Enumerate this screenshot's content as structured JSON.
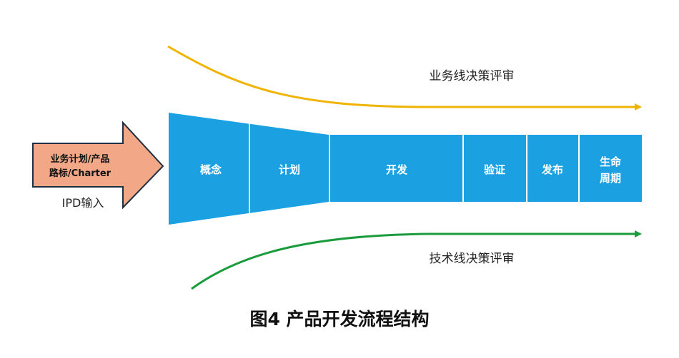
{
  "colors": {
    "funnel": "#1ba1e2",
    "divider": "#ffffff",
    "business_curve": "#f0b400",
    "technical_curve": "#1a9b3c",
    "input_arrow_fill": "#f2a887",
    "input_arrow_stroke": "#1f3042"
  },
  "diagram": {
    "stages": [
      {
        "label": "概念"
      },
      {
        "label": "计划"
      },
      {
        "label": "开发"
      },
      {
        "label": "验证"
      },
      {
        "label": "发布"
      },
      {
        "label_lines": [
          "生命",
          "周期"
        ]
      }
    ],
    "business_review": "业务线决策评审",
    "technical_review": "技术线决策评审",
    "input_arrow": {
      "lines": [
        "业务计划/产品",
        "路标/Charter"
      ]
    },
    "input_label": "IPD输入"
  },
  "caption": "图4 产品开发流程结构"
}
